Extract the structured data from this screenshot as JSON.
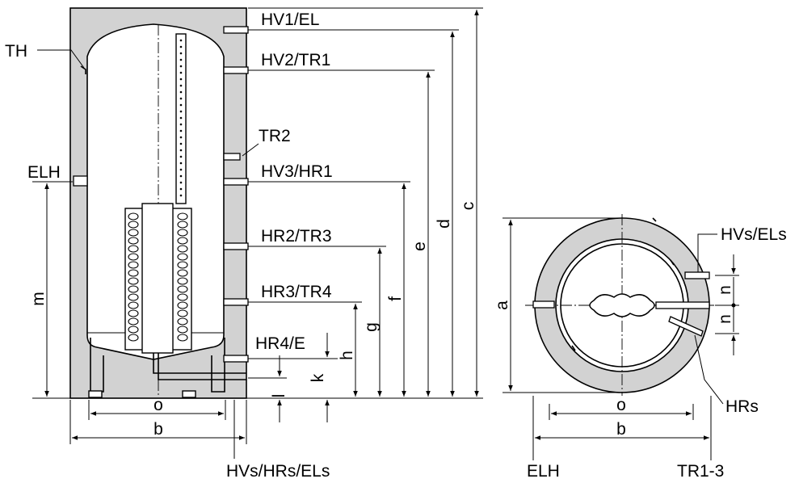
{
  "side_view": {
    "labels": {
      "th": "TH",
      "hv1_el": "HV1/EL",
      "hv2_tr1": "HV2/TR1",
      "tr2": "TR2",
      "elh": "ELH",
      "hv3_hr1": "HV3/HR1",
      "hr2_tr3": "HR2/TR3",
      "hr3_tr4": "HR3/TR4",
      "hr4_e": "HR4/E",
      "hvs_hrs_els": "HVs/HRs/ELs"
    },
    "dimensions": {
      "m": "m",
      "o": "o",
      "b": "b",
      "l": "l",
      "k": "k",
      "h": "h",
      "g": "g",
      "f": "f",
      "e": "e",
      "d": "d",
      "c": "c"
    }
  },
  "top_view": {
    "labels": {
      "hvs_els": "HVs/ELs",
      "hrs": "HRs",
      "elh": "ELH",
      "tr1_3": "TR1-3"
    },
    "dimensions": {
      "a": "a",
      "n_top": "n",
      "n_bottom": "n",
      "o": "o",
      "b": "b"
    }
  },
  "colors": {
    "insulation": "#d2d2d2",
    "tank": "#ffffff",
    "line": "#000000"
  }
}
